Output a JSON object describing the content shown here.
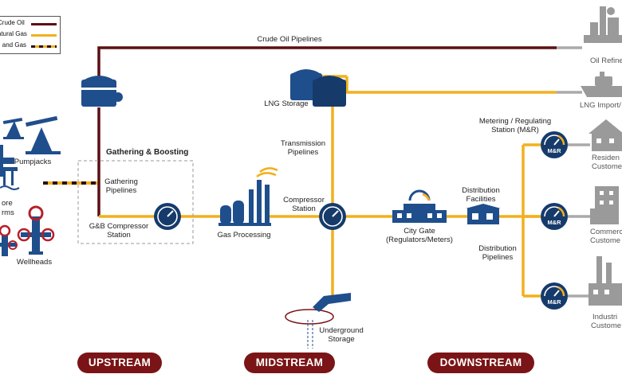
{
  "legend": {
    "crude": "Crude Oil",
    "gas": "atural Gas",
    "both": "il and Gas",
    "colors": {
      "crude": "#5b0f12",
      "gas": "#f2b01e",
      "dash": "#2b1010"
    }
  },
  "labels": {
    "crude_pipelines": "Crude Oil Pipelines",
    "oil_refinery": "Oil Refine",
    "lng_storage": "LNG Storage",
    "lng_import": "LNG Import/",
    "metering_1": "Metering / Regulating",
    "metering_2": "Station (M&R)",
    "residential_1": "Residen",
    "residential_2": "Custome",
    "commercial_1": "Commerc",
    "commercial_2": "Custome",
    "industrial_1": "Industri",
    "industrial_2": "Custome",
    "pumpjacks": "Pumpjacks",
    "offshore_1": "ore",
    "offshore_2": "rms",
    "wellheads": "Wellheads",
    "gathering_boosting": "Gathering & Boosting",
    "gathering_1": "Gathering",
    "gathering_2": "Pipelines",
    "gb_comp_1": "G&B Compressor",
    "gb_comp_2": "Station",
    "gas_processing": "Gas Processing",
    "transmission_1": "Transmission",
    "transmission_2": "Pipelines",
    "compressor_1": "Compressor",
    "compressor_2": "Station",
    "city_gate_1": "City Gate",
    "city_gate_2": "(Regulators/Meters)",
    "dist_fac_1": "Distribution",
    "dist_fac_2": "Facilities",
    "dist_pipe_1": "Distribution",
    "dist_pipe_2": "Pipelines",
    "underground_1": "Underground",
    "underground_2": "Storage",
    "mr": "M&R"
  },
  "stages": {
    "upstream": "UPSTREAM",
    "midstream": "MIDSTREAM",
    "downstream": "DOWNSTREAM"
  },
  "colors": {
    "navy": "#1f4e8c",
    "dark_navy": "#163b6b",
    "gray_icon": "#9a9a9a",
    "stage_bg": "#7a1416"
  }
}
